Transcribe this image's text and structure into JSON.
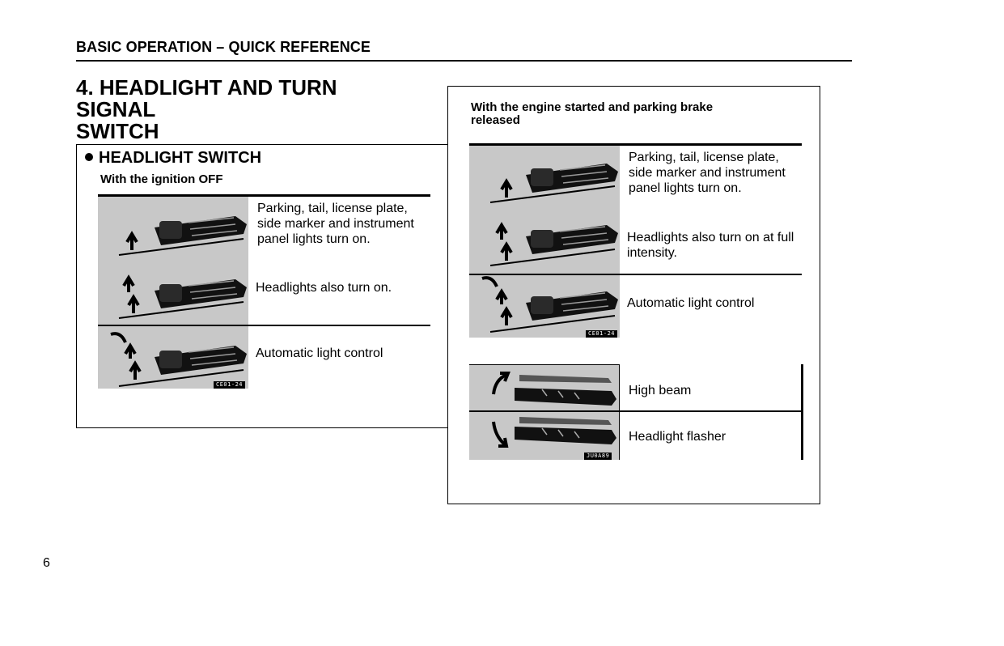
{
  "header": {
    "title": "BASIC OPERATION – QUICK REFERENCE"
  },
  "section": {
    "title_lines": [
      "4.  HEADLIGHT AND TURN",
      "SIGNAL",
      "SWITCH"
    ]
  },
  "headlight_switch": {
    "heading": "HEADLIGHT SWITCH",
    "ignition_off": {
      "label": "With the ignition OFF",
      "rows": [
        {
          "text": "Parking, tail, license plate, side marker and instrument panel lights turn on."
        },
        {
          "text": "Headlights also turn on."
        },
        {
          "text": "Automatic light control"
        }
      ],
      "figure_code": "CE01-24"
    }
  },
  "engine_started": {
    "label": "With the engine started and parking brake released",
    "rows": [
      {
        "text": "Parking, tail, license plate, side marker and instrument panel lights turn on."
      },
      {
        "text": "Headlights also turn on at full intensity."
      },
      {
        "text": "Automatic light control"
      }
    ],
    "figure_code": "CE01-24"
  },
  "beam": {
    "rows": [
      {
        "text": "High beam",
        "arrow_icon": "curved-arrow-up-icon"
      },
      {
        "text": "Headlight flasher",
        "arrow_icon": "curved-arrow-down-icon"
      }
    ],
    "figure_code": "JU0A89"
  },
  "page_number": "6",
  "colors": {
    "figure_bg": "#c8c8c8",
    "lever_body": "#111111",
    "rule": "#000000"
  }
}
